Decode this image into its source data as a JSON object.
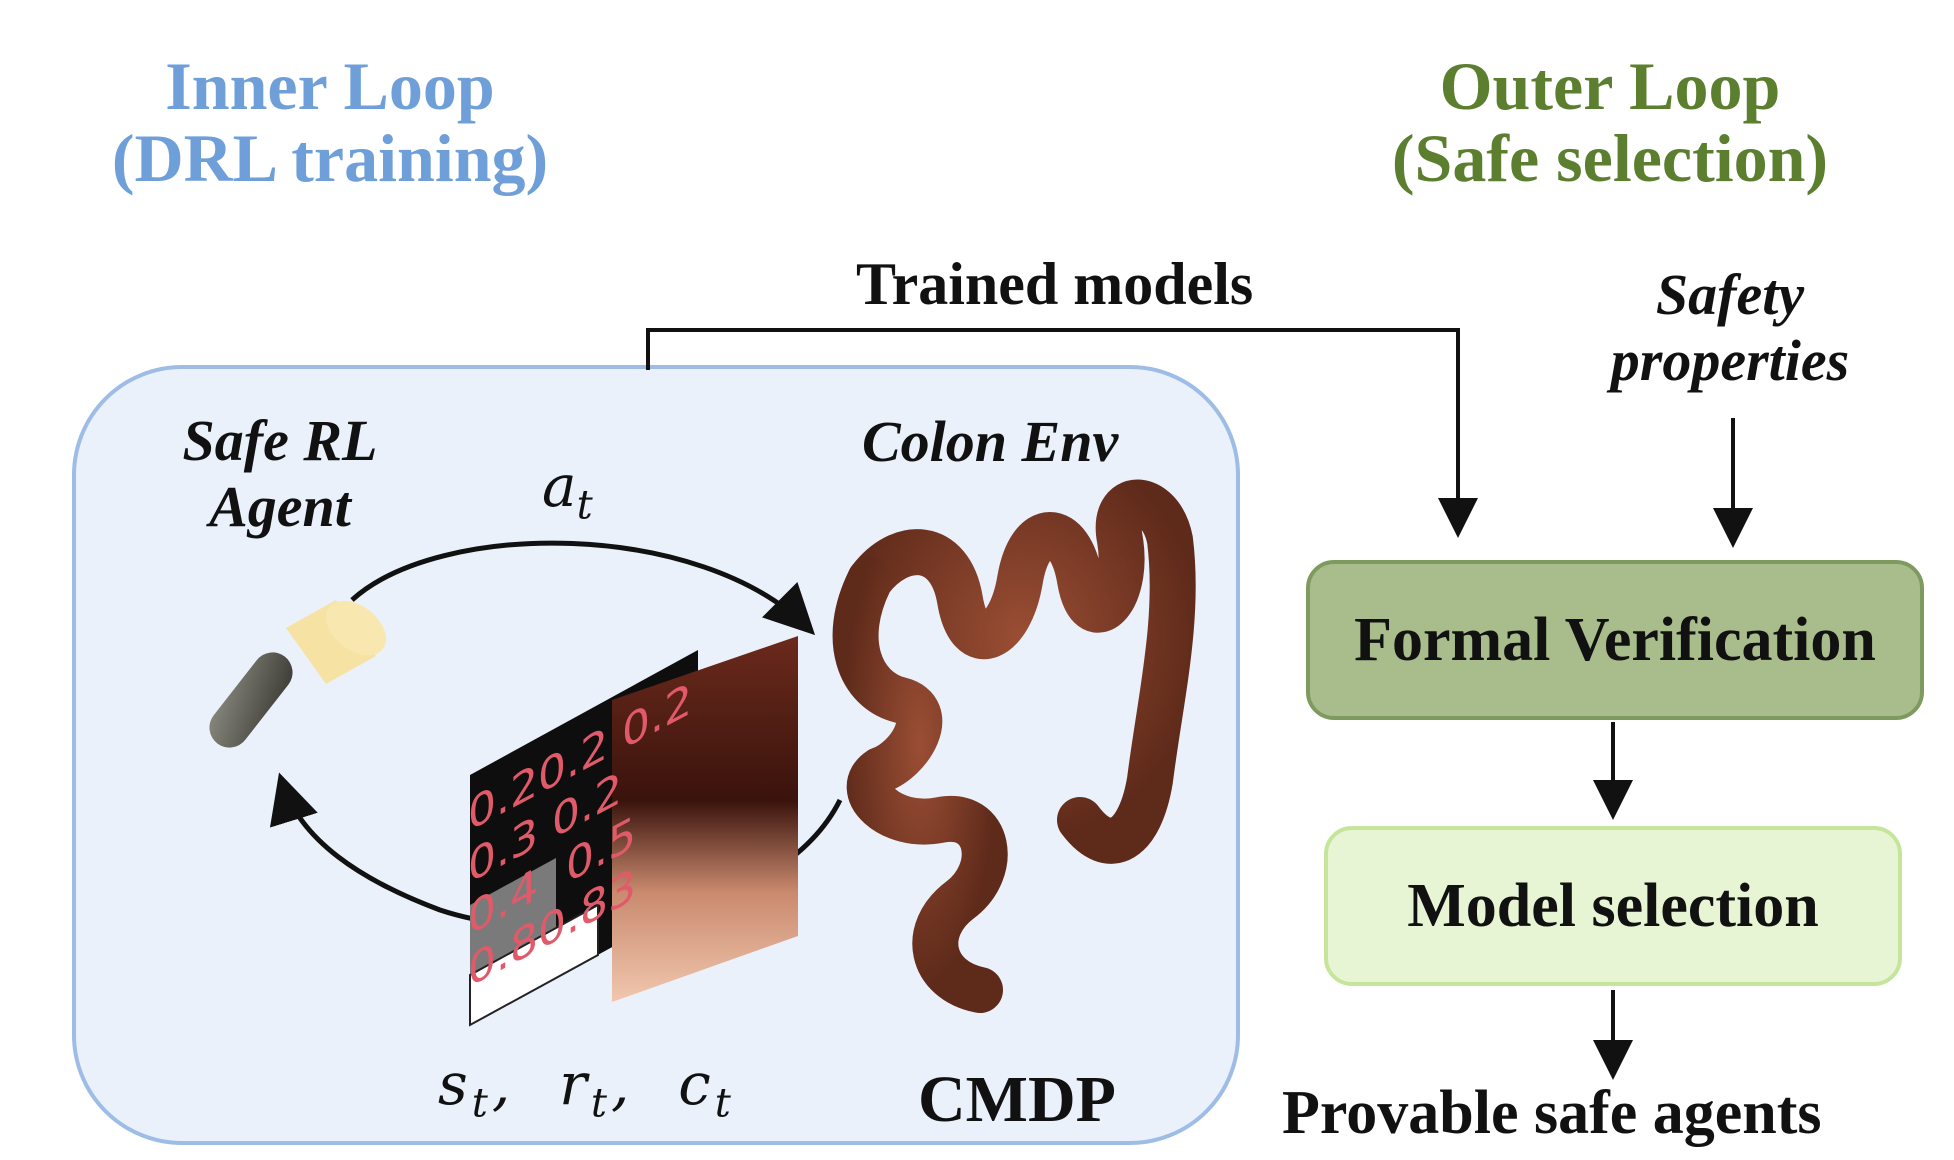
{
  "inner_loop": {
    "title_line1": "Inner Loop",
    "title_line2": "(DRL training)"
  },
  "outer_loop": {
    "title_line1": "Outer Loop",
    "title_line2": "(Safe selection)"
  },
  "arrows": {
    "trained_models": "Trained models"
  },
  "safety": {
    "line1": "Safety",
    "line2": "properties"
  },
  "agent": {
    "line1": "Safe RL",
    "line2": "Agent"
  },
  "env": {
    "label": "Colon Env"
  },
  "action": {
    "symbol": "a",
    "subscript": "t"
  },
  "feedback": {
    "s": "s",
    "r": "r",
    "c": "c",
    "sub": "t",
    "sep": ","
  },
  "cmdp": {
    "label": "CMDP"
  },
  "grid_values": {
    "row1": [
      "0.2",
      "0.2",
      "0.2"
    ],
    "row2": [
      "0.3",
      "0.2"
    ],
    "row3": [
      "0.4",
      "0.5"
    ],
    "row4": [
      "0.8",
      "0.83"
    ]
  },
  "formal_verification": {
    "label": "Formal Verification"
  },
  "model_selection": {
    "label": "Model selection"
  },
  "output": {
    "label": "Provable safe agents"
  },
  "colors": {
    "inner": "#6f9fd8",
    "outer": "#5b7f2f",
    "colon": "#7a3a25",
    "grid_text": "#e05a6a"
  }
}
